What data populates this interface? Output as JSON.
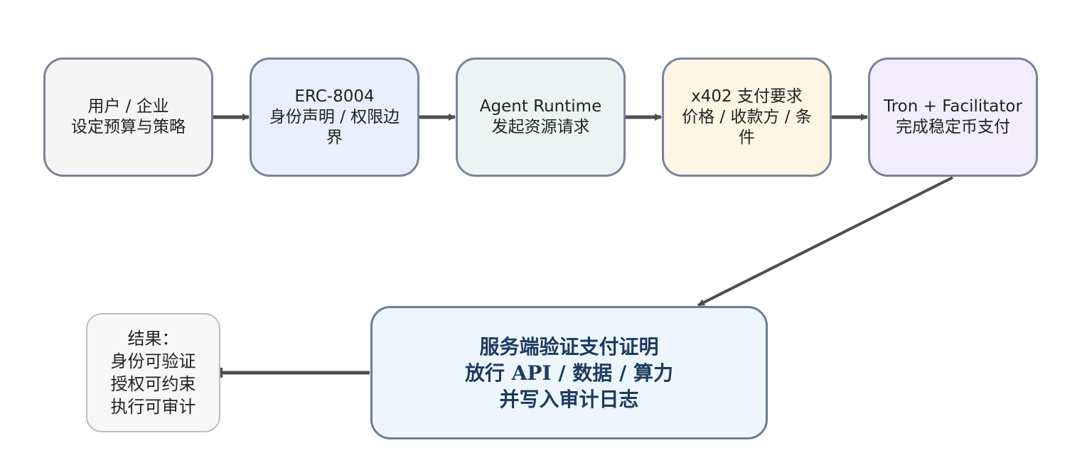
{
  "diagram": {
    "nodes": [
      {
        "id": "user",
        "lines": [
          "用户 / 企业",
          "设定预算与策略"
        ]
      },
      {
        "id": "erc8004",
        "lines": [
          "ERC-8004",
          "身份声明 / 权限边界"
        ]
      },
      {
        "id": "agent",
        "lines": [
          "Agent Runtime",
          "发起资源请求"
        ]
      },
      {
        "id": "x402",
        "lines": [
          "x402 支付要求",
          "价格 / 收款方 / 条件"
        ]
      },
      {
        "id": "tron",
        "lines": [
          "Tron + Facilitator",
          "完成稳定币支付"
        ]
      },
      {
        "id": "server",
        "lines": [
          "服务端验证支付证明",
          "放行 API / 数据 / 算力",
          "并写入审计日志"
        ]
      },
      {
        "id": "result",
        "lines": [
          "结果：",
          "身份可验证",
          "授权可约束",
          "执行可审计"
        ]
      }
    ],
    "edges": [
      {
        "from": "user",
        "to": "erc8004"
      },
      {
        "from": "erc8004",
        "to": "agent"
      },
      {
        "from": "agent",
        "to": "x402"
      },
      {
        "from": "x402",
        "to": "tron"
      },
      {
        "from": "tron",
        "to": "server"
      },
      {
        "from": "server",
        "to": "result"
      }
    ],
    "colors": {
      "edge": "#4d4d4d",
      "node_border": "#7a8496",
      "server_text": "#1e3a5f"
    }
  }
}
